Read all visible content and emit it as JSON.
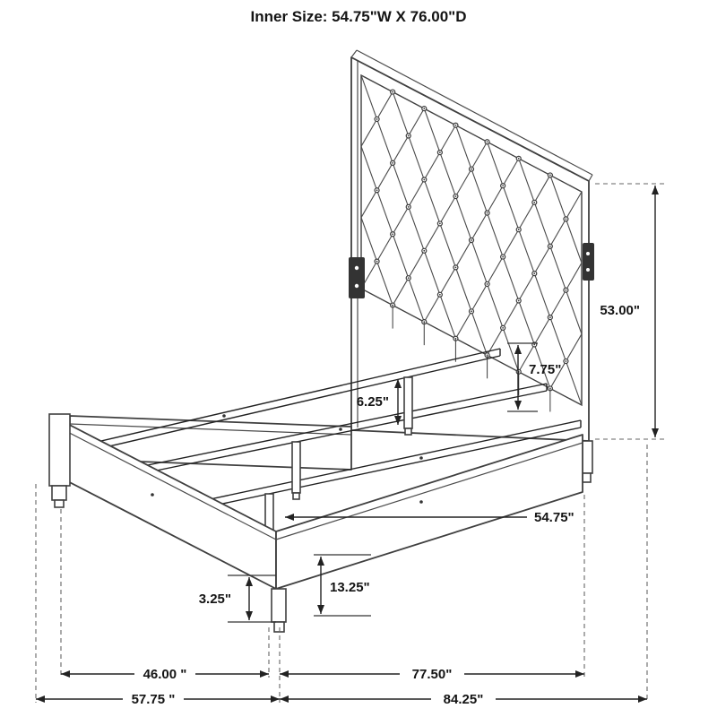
{
  "title": "Inner Size: 54.75\"W X 76.00\"D",
  "diagram": {
    "dims": {
      "headboard_height": "53.00\"",
      "headboard_to_rail": "7.75\"",
      "center_support_height": "6.25\"",
      "inner_width": "54.75\"",
      "side_rail_height": "13.25\"",
      "foot_clearance": "3.25\"",
      "leg_span": "46.00 \"",
      "side_rail_length": "77.50\"",
      "outer_width": "57.75 \"",
      "overall_depth": "84.25\""
    }
  }
}
